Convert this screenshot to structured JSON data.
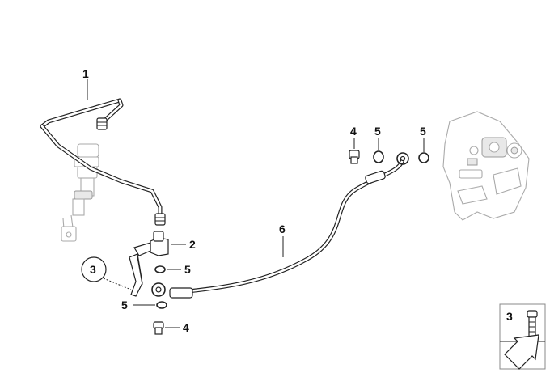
{
  "callouts": {
    "c1": "1",
    "c2": "2",
    "c3": "3",
    "c4_top": "4",
    "c5_top_a": "5",
    "c5_top_b": "5",
    "c6": "6",
    "c5_mid": "5",
    "c5_low": "5",
    "c4_low": "4"
  },
  "legend": {
    "label": "3"
  }
}
